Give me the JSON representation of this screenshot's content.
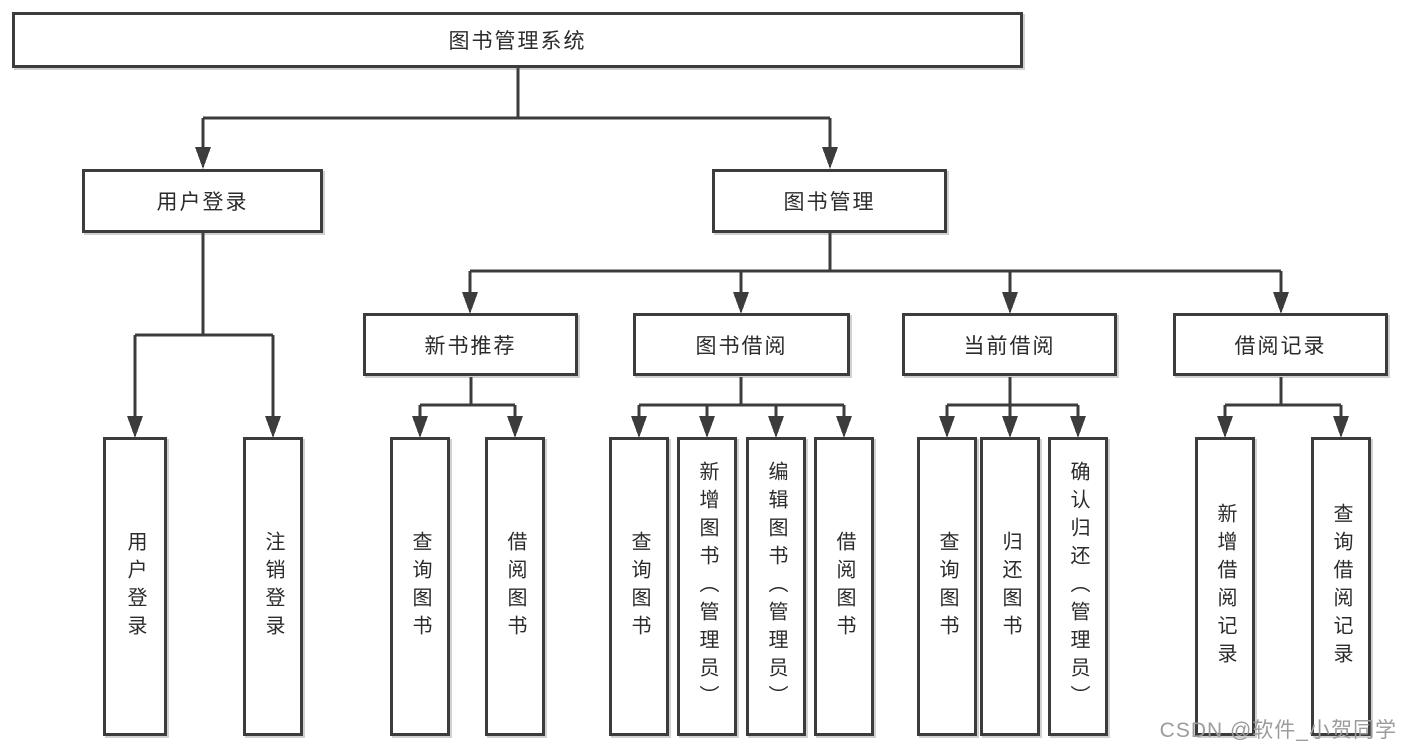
{
  "diagram": {
    "title": "图书管理系统",
    "nodes": {
      "root": "图书管理系统",
      "userLogin": "用户登录",
      "bookManagement": "图书管理",
      "newBookRecommend": "新书推荐",
      "bookBorrowing": "图书借阅",
      "currentBorrowing": "当前借阅",
      "borrowingRecords": "借阅记录",
      "leafUserLogin": "用户登录",
      "leafLogout": "注销登录",
      "leafNbrQuery": "查询图书",
      "leafNbrBorrow": "借阅图书",
      "leafBbQuery": "查询图书",
      "leafBbAdd": "新增图书（管理员）",
      "leafBbEdit": "编辑图书（管理员）",
      "leafBbBorrow": "借阅图书",
      "leafCbQuery": "查询图书",
      "leafCbReturn": "归还图书",
      "leafCbConfirm": "确认归还（管理员）",
      "leafBrAdd": "新增借阅记录",
      "leafBrQuery": "查询借阅记录"
    },
    "hierarchy": {
      "图书管理系统": {
        "用户登录": [
          "用户登录",
          "注销登录"
        ],
        "图书管理": {
          "新书推荐": [
            "查询图书",
            "借阅图书"
          ],
          "图书借阅": [
            "查询图书",
            "新增图书（管理员）",
            "编辑图书（管理员）",
            "借阅图书"
          ],
          "当前借阅": [
            "查询图书",
            "归还图书",
            "确认归还（管理员）"
          ],
          "借阅记录": [
            "新增借阅记录",
            "查询借阅记录"
          ]
        }
      }
    },
    "colors": {
      "line": "#3c3c3c",
      "border": "#3c3c3c",
      "text": "#2b2b2b",
      "background": "#ffffff",
      "watermark": "#9c9c9c"
    }
  },
  "watermark": {
    "text": "CSDN @软件_小贺同学"
  }
}
